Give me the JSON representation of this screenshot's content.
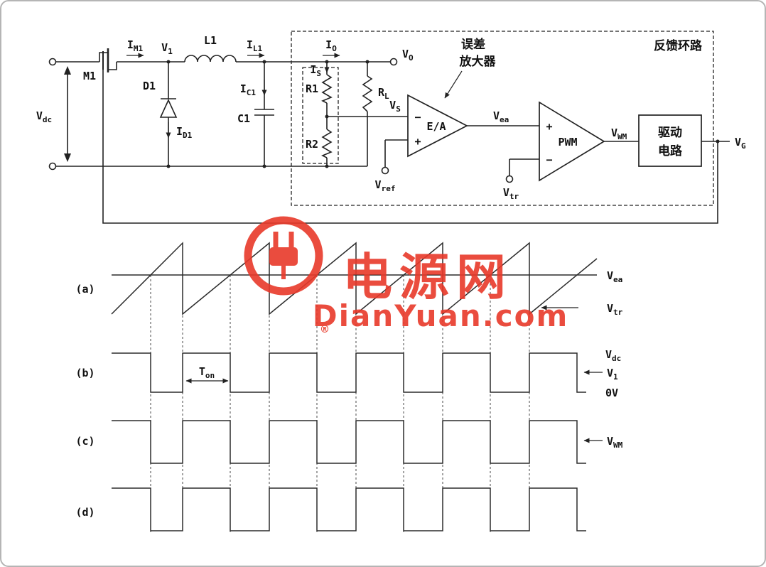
{
  "watermark": {
    "brand": "电源网",
    "domain": "DianYuan.com",
    "registered": "®",
    "color": "#e8392a"
  },
  "circuit": {
    "vdc": {
      "main": "V",
      "sub": "dc"
    },
    "m1": "M1",
    "im1": {
      "main": "I",
      "sub": "M1"
    },
    "v1": {
      "main": "V",
      "sub": "1"
    },
    "l1": "L1",
    "il1": {
      "main": "I",
      "sub": "L1"
    },
    "d1": "D1",
    "id1": {
      "main": "I",
      "sub": "D1"
    },
    "c1": "C1",
    "ic1": {
      "main": "I",
      "sub": "C1"
    },
    "io": {
      "main": "I",
      "sub": "O"
    },
    "vo": {
      "main": "V",
      "sub": "O"
    },
    "is": {
      "main": "I",
      "sub": "S"
    },
    "r1": "R1",
    "r2": "R2",
    "rl": {
      "main": "R",
      "sub": "L"
    },
    "vs": {
      "main": "V",
      "sub": "S"
    },
    "vref": {
      "main": "V",
      "sub": "ref"
    },
    "ea_minus": "−",
    "ea_plus": "+",
    "ea_label": "E/A",
    "error_amp_caption": {
      "line1": "误差",
      "line2": "放大器"
    },
    "vea": {
      "main": "V",
      "sub": "ea"
    },
    "pwm_plus": "+",
    "pwm_minus": "−",
    "pwm_label": "PWM",
    "vtr": {
      "main": "V",
      "sub": "tr"
    },
    "vwm": {
      "main": "V",
      "sub": "WM"
    },
    "driver": {
      "line1": "驱动",
      "line2": "电路"
    },
    "vg": {
      "main": "V",
      "sub": "G"
    },
    "feedback_caption": "反馈环路"
  },
  "waveforms": {
    "row_a": "(a)",
    "row_b": "(b)",
    "row_c": "(c)",
    "row_d": "(d)",
    "vea": {
      "main": "V",
      "sub": "ea"
    },
    "vtr": {
      "main": "V",
      "sub": "tr"
    },
    "vdc": {
      "main": "V",
      "sub": "dc"
    },
    "v1": {
      "main": "V",
      "sub": "1"
    },
    "zero_level": "0V",
    "ton": {
      "main": "T",
      "sub": "on"
    },
    "vwm": {
      "main": "V",
      "sub": "WM"
    }
  }
}
